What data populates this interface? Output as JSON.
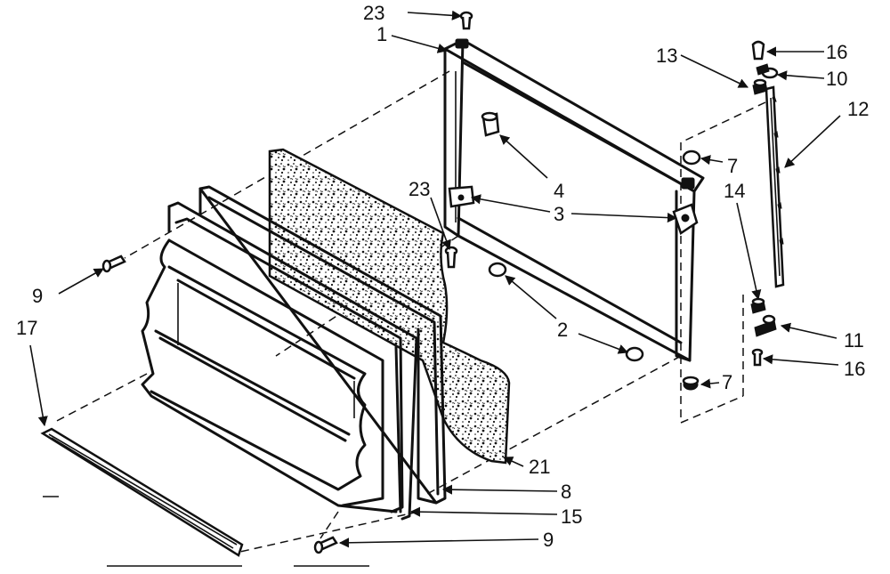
{
  "callouts": {
    "c1": "1",
    "c2": "2",
    "c3": "3",
    "c4": "4",
    "c7a": "7",
    "c7b": "7",
    "c8": "8",
    "c9a": "9",
    "c9b": "9",
    "c10": "10",
    "c11": "11",
    "c12": "12",
    "c13": "13",
    "c14": "14",
    "c15": "15",
    "c16a": "16",
    "c16b": "16",
    "c17": "17",
    "c21": "21",
    "c23a": "23",
    "c23b": "23"
  },
  "colors": {
    "ink": "#111111",
    "paper": "#ffffff"
  }
}
